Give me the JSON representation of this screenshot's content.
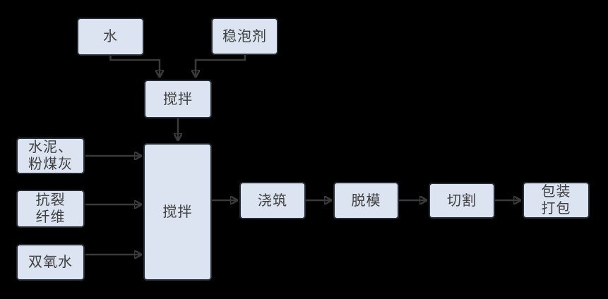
{
  "diagram": {
    "type": "flowchart",
    "colors": {
      "background": "#000000",
      "node_fill": "#dbe4f0",
      "node_border": "#232b35",
      "arrow": "#3a3a3a",
      "text": "#404040"
    },
    "nodes": {
      "water": {
        "label": "水"
      },
      "foam_stabilizer": {
        "label": "稳泡剂"
      },
      "mixing_top": {
        "label": "搅拌"
      },
      "cement_flyash": {
        "label": "水泥、\n粉煤灰"
      },
      "anti_crack_fiber": {
        "label": "抗裂\n纤维"
      },
      "hydrogen_peroxide": {
        "label": "双氧水"
      },
      "mixing_main": {
        "label": "搅拌"
      },
      "pouring": {
        "label": "浇筑"
      },
      "demolding": {
        "label": "脱模"
      },
      "cutting": {
        "label": "切割"
      },
      "packing": {
        "label": "包装\n打包"
      }
    },
    "edges": [
      {
        "from": "water",
        "to": "mixing_top"
      },
      {
        "from": "foam_stabilizer",
        "to": "mixing_top"
      },
      {
        "from": "mixing_top",
        "to": "mixing_main"
      },
      {
        "from": "cement_flyash",
        "to": "mixing_main"
      },
      {
        "from": "anti_crack_fiber",
        "to": "mixing_main"
      },
      {
        "from": "hydrogen_peroxide",
        "to": "mixing_main"
      },
      {
        "from": "mixing_main",
        "to": "pouring"
      },
      {
        "from": "pouring",
        "to": "demolding"
      },
      {
        "from": "demolding",
        "to": "cutting"
      },
      {
        "from": "cutting",
        "to": "packing"
      }
    ]
  }
}
